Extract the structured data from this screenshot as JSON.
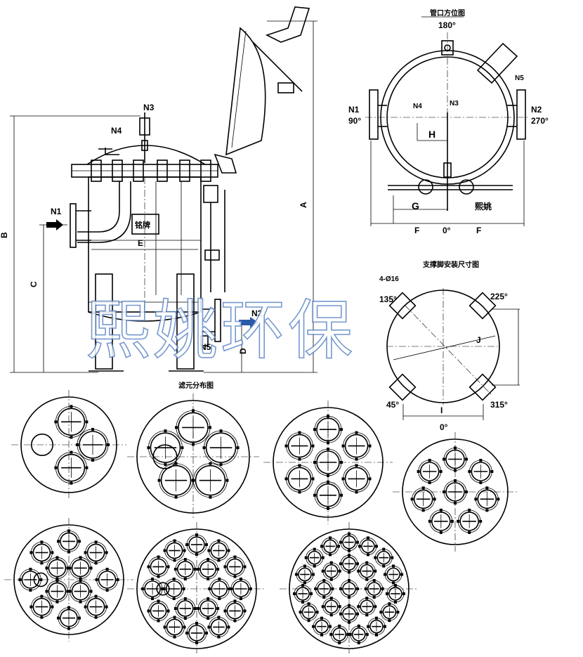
{
  "labels": {
    "main_view": {
      "N1": "N1",
      "N2": "N2",
      "N3": "N3",
      "N4": "N4",
      "N5": "N5",
      "A": "A",
      "B": "B",
      "C": "C",
      "D": "D",
      "E": "E",
      "nameplate": "铭牌"
    },
    "nozzle_view": {
      "title": "管口方位图",
      "deg180": "180°",
      "N1": "N1",
      "deg90": "90°",
      "N2": "N2",
      "deg270": "270°",
      "N3": "N3",
      "N4": "N4",
      "N5": "N5",
      "H": "H",
      "G": "G",
      "F_left": "F",
      "F_right": "F",
      "deg0": "0°",
      "brand": "熙姚"
    },
    "support_view": {
      "title": "支撑脚安装尺寸图",
      "holes": "4-Ø16",
      "deg135": "135°",
      "deg225": "225°",
      "deg45": "45°",
      "deg315": "315°",
      "I": "I",
      "J": "J"
    },
    "element_view": {
      "title": "滤元分布图",
      "deg0": "0°"
    }
  },
  "watermark": "熙姚环保",
  "colors": {
    "watermark_outline": "#5f87c6",
    "line": "#000000"
  }
}
